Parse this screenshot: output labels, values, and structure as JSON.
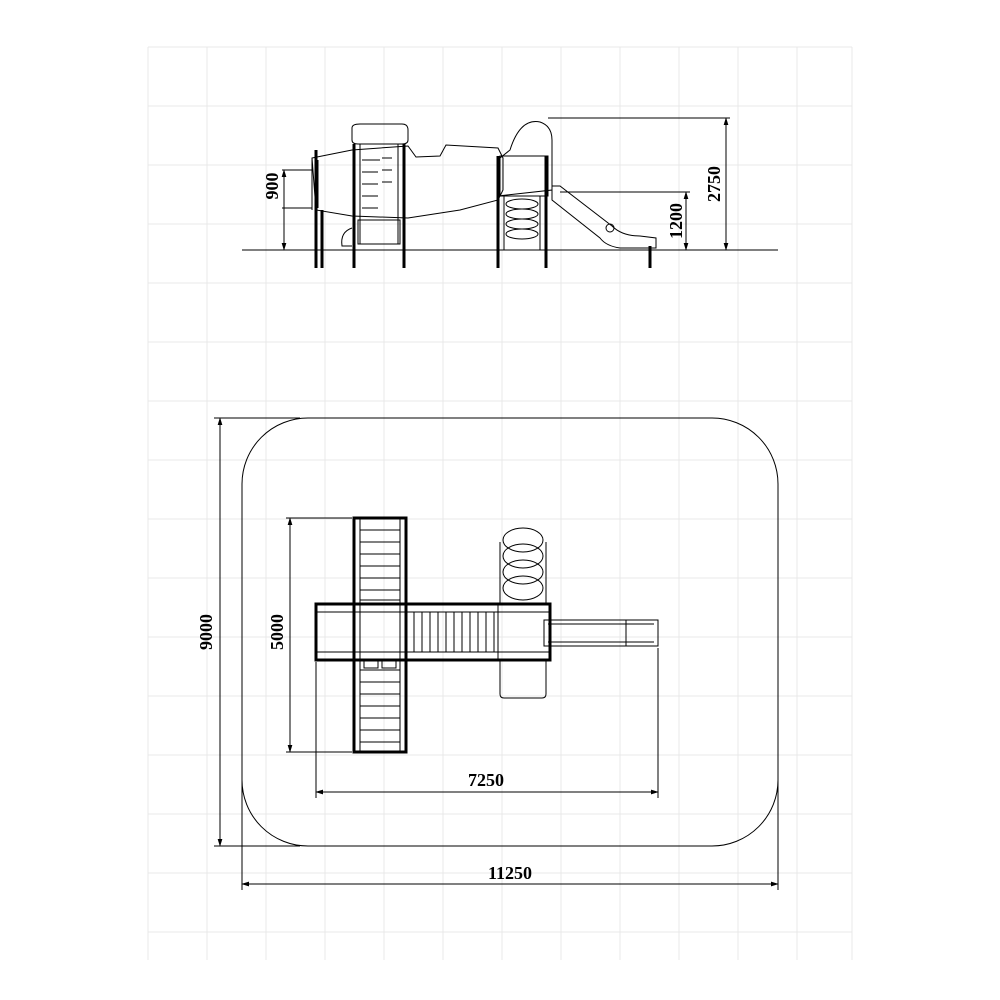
{
  "drawing": {
    "elevation": {
      "dim_900": "900",
      "dim_1200": "1200",
      "dim_2750": "2750"
    },
    "plan": {
      "dim_5000": "5000",
      "dim_7250": "7250",
      "dim_9000": "9000",
      "dim_11250": "11250"
    }
  }
}
